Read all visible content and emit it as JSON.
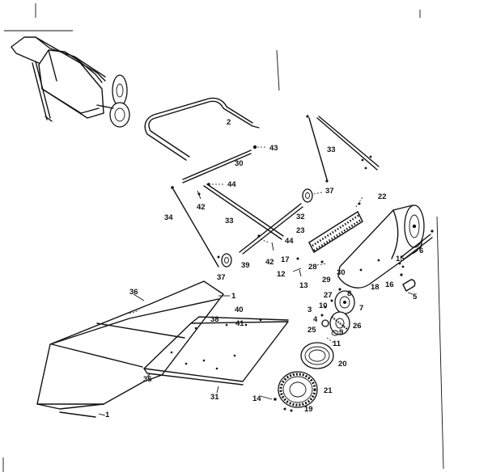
{
  "diagram": {
    "title": "",
    "callouts": [
      {
        "id": "c2",
        "text": "2"
      },
      {
        "id": "c43",
        "text": "43"
      },
      {
        "id": "c30a",
        "text": "30"
      },
      {
        "id": "c33a",
        "text": "33"
      },
      {
        "id": "c44a",
        "text": "44"
      },
      {
        "id": "c42a",
        "text": "42"
      },
      {
        "id": "c37a",
        "text": "37"
      },
      {
        "id": "c34",
        "text": "34"
      },
      {
        "id": "c33b",
        "text": "33"
      },
      {
        "id": "c32",
        "text": "32"
      },
      {
        "id": "c22",
        "text": "22"
      },
      {
        "id": "c23",
        "text": "23"
      },
      {
        "id": "c44b",
        "text": "44"
      },
      {
        "id": "c42b",
        "text": "42"
      },
      {
        "id": "c37b",
        "text": "37"
      },
      {
        "id": "c39",
        "text": "39"
      },
      {
        "id": "c17",
        "text": "17"
      },
      {
        "id": "c12",
        "text": "12"
      },
      {
        "id": "c13",
        "text": "13"
      },
      {
        "id": "c28",
        "text": "28"
      },
      {
        "id": "c29",
        "text": "29"
      },
      {
        "id": "c30b",
        "text": "30"
      },
      {
        "id": "c18",
        "text": "18"
      },
      {
        "id": "c6",
        "text": "6"
      },
      {
        "id": "c15",
        "text": "15"
      },
      {
        "id": "c16",
        "text": "16"
      },
      {
        "id": "c5",
        "text": "5"
      },
      {
        "id": "c8",
        "text": "8"
      },
      {
        "id": "c27",
        "text": "27"
      },
      {
        "id": "c10",
        "text": "10"
      },
      {
        "id": "c7",
        "text": "7"
      },
      {
        "id": "c3",
        "text": "3"
      },
      {
        "id": "c4",
        "text": "4"
      },
      {
        "id": "c26",
        "text": "26"
      },
      {
        "id": "c25",
        "text": "25"
      },
      {
        "id": "c9",
        "text": "9"
      },
      {
        "id": "c11",
        "text": "11"
      },
      {
        "id": "c20",
        "text": "20"
      },
      {
        "id": "c21",
        "text": "21"
      },
      {
        "id": "c14",
        "text": "14"
      },
      {
        "id": "c19",
        "text": "19"
      },
      {
        "id": "c36",
        "text": "36"
      },
      {
        "id": "c1a",
        "text": "1"
      },
      {
        "id": "c40",
        "text": "40"
      },
      {
        "id": "c38",
        "text": "38"
      },
      {
        "id": "c41",
        "text": "41"
      },
      {
        "id": "c35",
        "text": "35"
      },
      {
        "id": "c31",
        "text": "31"
      },
      {
        "id": "c1b",
        "text": "1"
      }
    ]
  }
}
